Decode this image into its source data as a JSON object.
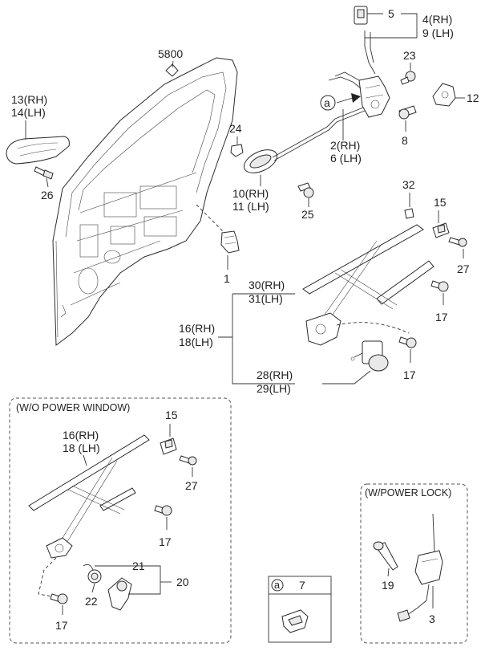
{
  "callouts": {
    "c5800": "5800",
    "c13": "13(RH)",
    "c14": "14(LH)",
    "c26": "26",
    "c24": "24",
    "c1": "1",
    "c5": "5",
    "c4": "4(RH)",
    "c9": "9 (LH)",
    "c23": "23",
    "c12": "12",
    "c8": "8",
    "c2": "2(RH)",
    "c6": "6 (LH)",
    "c10": "10(RH)",
    "c11": "11 (LH)",
    "c25": "25",
    "c32": "32",
    "c15": "15",
    "c27": "27",
    "c30": "30(RH)",
    "c31": "31(LH)",
    "c16": "16(RH)",
    "c18": "18(LH)",
    "c17a": "17",
    "c17b": "17",
    "c28": "28(RH)",
    "c29": "29(LH)",
    "circle_a": "a"
  },
  "wo_power_window": {
    "title": "(W/O POWER WINDOW)",
    "c16": "16(RH)",
    "c18": "18 (LH)",
    "c15": "15",
    "c27": "27",
    "c17a": "17",
    "c21": "21",
    "c20": "20",
    "c22": "22",
    "c17b": "17"
  },
  "detail_a": {
    "letter": "a",
    "number": "7"
  },
  "power_lock": {
    "title": "(W/POWER LOCK)",
    "c19": "19",
    "c3": "3"
  }
}
